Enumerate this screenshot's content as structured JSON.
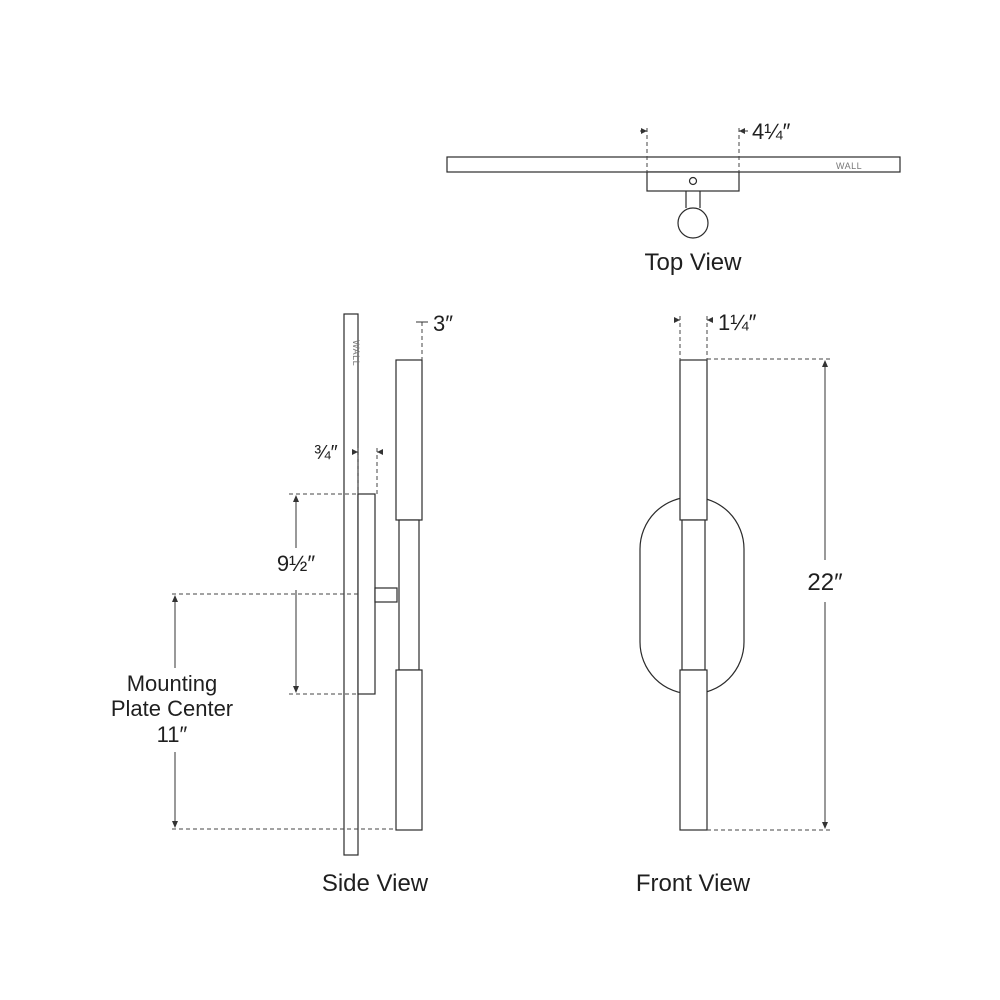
{
  "labels": {
    "top_view": "Top View",
    "side_view": "Side View",
    "front_view": "Front View",
    "wall_top": "WALL",
    "wall_side": "WALL",
    "mounting_line1": "Mounting",
    "mounting_line2": "Plate Center",
    "mounting_value": "11″"
  },
  "dimensions": {
    "top_depth": "4¼″",
    "side_width": "3″",
    "plate_depth": "¾″",
    "plate_height": "9½″",
    "front_width": "1¼″",
    "overall_height": "22″"
  },
  "colors": {
    "line": "#2b2b2b",
    "text": "#1f1f1f",
    "background": "#ffffff"
  }
}
